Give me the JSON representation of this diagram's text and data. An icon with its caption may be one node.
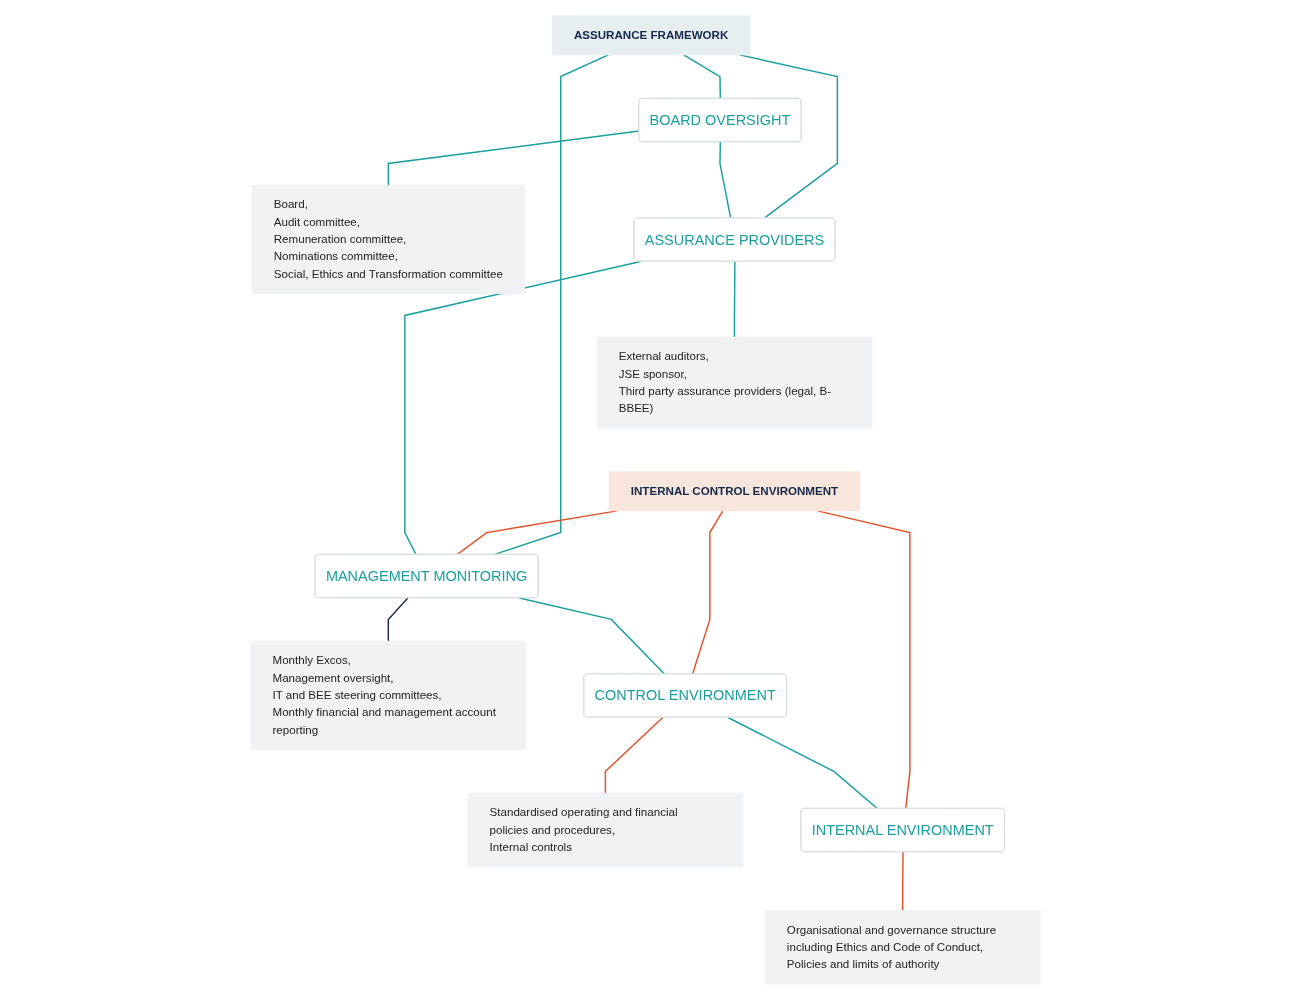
{
  "diagram": {
    "nodes": [
      {
        "text": [
          "ASSURANCE FRAMEWORK"
        ]
      },
      {
        "text": [
          "INTERNAL CONTROL ENVIRONMENT"
        ]
      },
      {
        "text": [
          "BOARD OVERSIGHT"
        ]
      },
      {
        "text": [
          "Board,",
          "Audit committee,",
          "Remuneration committee,",
          "Nominations committee,",
          "Social, Ethics and Transformation committee"
        ]
      },
      {
        "text": [
          "ASSURANCE PROVIDERS"
        ]
      },
      {
        "text": [
          "External auditors,",
          "JSE sponsor,",
          "Third party assurance providers (legal, B-BBEE)"
        ]
      },
      {
        "text": [
          "MANAGEMENT MONITORING"
        ]
      },
      {
        "text": [
          "Monthly Excos,",
          "Management oversight,",
          "IT and BEE steering committees,",
          "Monthly financial and management account reporting"
        ]
      },
      {
        "text": [
          "CONTROL ENVIRONMENT"
        ]
      },
      {
        "text": [
          "Standardised operating and financial policies and procedures,",
          "Internal controls"
        ]
      },
      {
        "text": [
          "INTERNAL ENVIRONMENT"
        ]
      },
      {
        "text": [
          "Organisational and governance structure including Ethics and Code of Conduct,",
          "Policies and limits of authority"
        ]
      }
    ],
    "edges": [
      {
        "from": 0,
        "to": 2,
        "arrow": "none"
      },
      {
        "from": 0,
        "to": 4,
        "arrow": "none"
      },
      {
        "from": 0,
        "to": 6,
        "arrow": "none"
      },
      {
        "from": 1,
        "to": 6,
        "arrow": "none",
        "color": "#e0532a"
      },
      {
        "from": 1,
        "to": 8,
        "arrow": "none",
        "color": "#e0532a"
      },
      {
        "from": 1,
        "to": 10,
        "arrow": "none",
        "color": "#e0532a"
      },
      {
        "from": 2,
        "to": 4,
        "arrow": "none"
      },
      {
        "from": 4,
        "to": 6,
        "arrow": "none"
      },
      {
        "from": 6,
        "to": 8,
        "arrow": "none"
      },
      {
        "from": 8,
        "to": 10,
        "arrow": "none"
      },
      {
        "from": 2,
        "to": 3,
        "arrow": "none"
      },
      {
        "from": 4,
        "to": 5,
        "arrow": "none"
      },
      {
        "from": 6,
        "to": 7,
        "arrow": "none",
        "color": "#1b2a4a"
      },
      {
        "from": 8,
        "to": 9,
        "arrow": "none",
        "color": "#e0532a"
      },
      {
        "from": 10,
        "to": 11,
        "arrow": "none",
        "color": "#e0532a"
      }
    ]
  }
}
